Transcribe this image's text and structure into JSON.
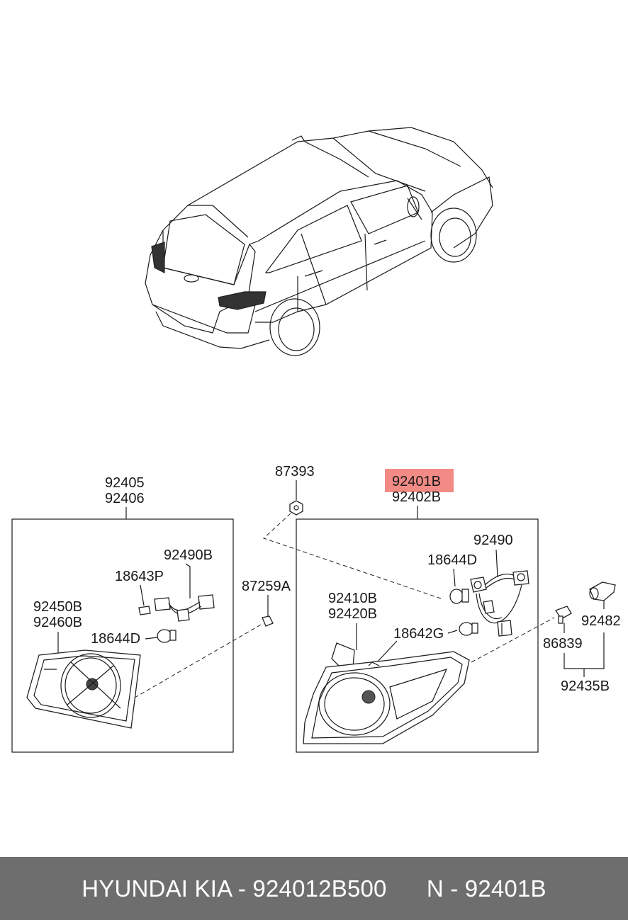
{
  "callouts": {
    "left_assembly": [
      "92405",
      "92406"
    ],
    "bulb_18643P": "18643P",
    "socket_92490B": "92490B",
    "lens_left": [
      "92450B",
      "92460B"
    ],
    "bulb_18644D_left": "18644D",
    "nut_87393": "87393",
    "clip_87259A": "87259A",
    "right_assembly": [
      "92401B",
      "92402B"
    ],
    "socket_92490": "92490",
    "bulb_18644D_right": "18644D",
    "lens_right": [
      "92410B",
      "92420B"
    ],
    "bulb_18642G": "18642G",
    "screw_86839": "86839",
    "cap_92482": "92482",
    "kit_92435B": "92435B"
  },
  "highlight": {
    "part": "92401B",
    "color": "#f28b86"
  },
  "footer": {
    "text": "HYUNDAI KIA - 924012B500      N - 92401B",
    "background": "#6e6e6e",
    "color": "#ffffff"
  }
}
